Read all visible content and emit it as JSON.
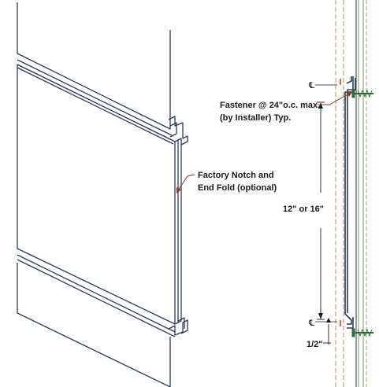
{
  "callouts": {
    "factory_notch_line1": "Factory Notch and",
    "factory_notch_line2": "End Fold (optional)",
    "fastener_line1": "Fastener @ 24\"o.c. max.",
    "fastener_line2": "(by Installer) Typ.",
    "panel_height": "12\" or 16\"",
    "offset": "1/2\""
  },
  "centerline_symbol": "℄",
  "colors": {
    "panel_stroke": "#2b3a5c",
    "framing": "#c8875a",
    "sheathing": "#8fae7a",
    "fastener": "#2e6b3c",
    "leader": "#8a3b12",
    "dimension": "#1a1a1a"
  }
}
